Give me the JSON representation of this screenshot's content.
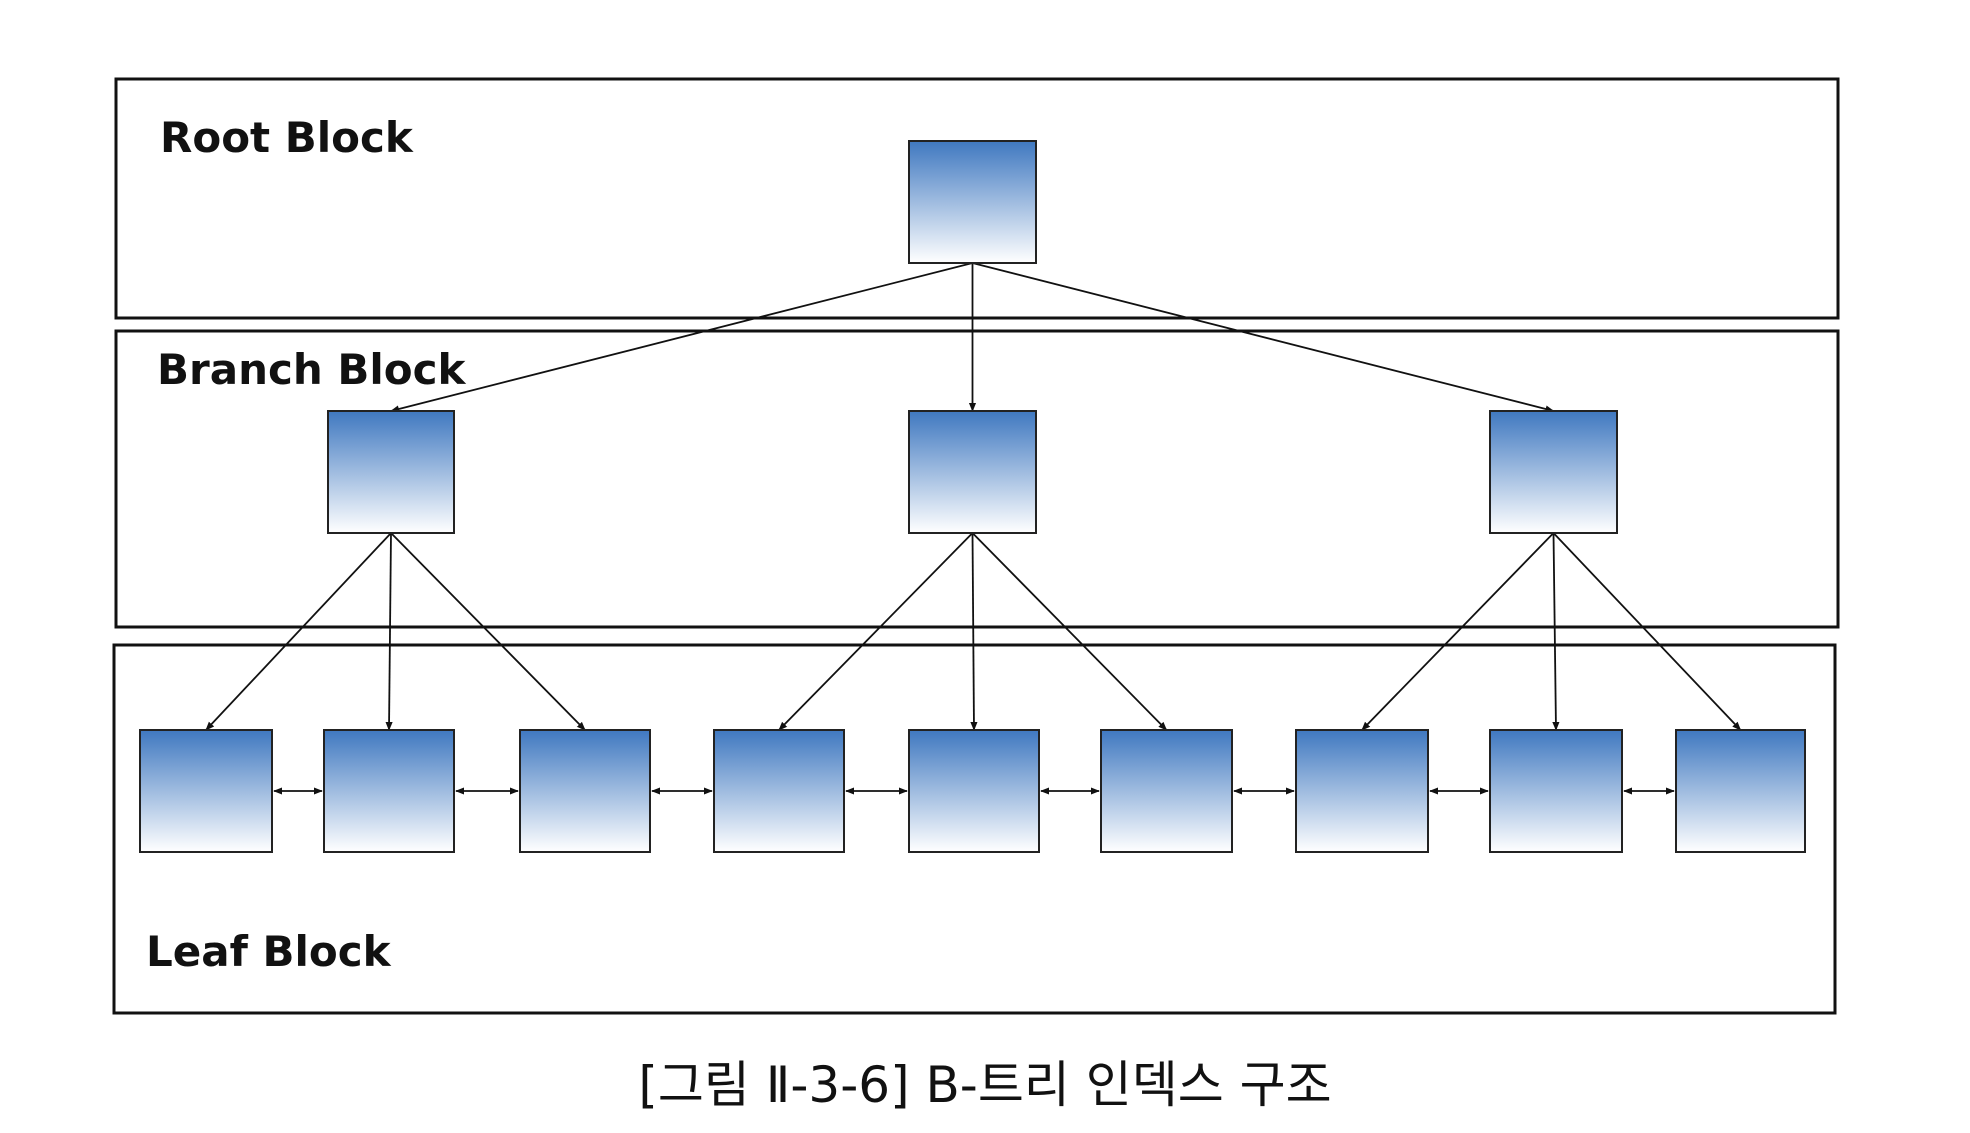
{
  "diagram": {
    "tiers": {
      "root": {
        "label": "Root Block"
      },
      "branch": {
        "label": "Branch Block"
      },
      "leaf": {
        "label": "Leaf Block"
      }
    },
    "node_colors": {
      "top": "#3f78c0",
      "bottom": "#ffffff"
    },
    "edges": [
      {
        "from": "root-node",
        "to": "branch-node-1"
      },
      {
        "from": "root-node",
        "to": "branch-node-2"
      },
      {
        "from": "root-node",
        "to": "branch-node-3"
      },
      {
        "from": "branch-node-1",
        "to": "leaf-node-1"
      },
      {
        "from": "branch-node-1",
        "to": "leaf-node-2"
      },
      {
        "from": "branch-node-1",
        "to": "leaf-node-3"
      },
      {
        "from": "branch-node-2",
        "to": "leaf-node-4"
      },
      {
        "from": "branch-node-2",
        "to": "leaf-node-5"
      },
      {
        "from": "branch-node-2",
        "to": "leaf-node-6"
      },
      {
        "from": "branch-node-3",
        "to": "leaf-node-7"
      },
      {
        "from": "branch-node-3",
        "to": "leaf-node-8"
      },
      {
        "from": "branch-node-3",
        "to": "leaf-node-9"
      }
    ],
    "sibling_links": "bidirectional",
    "caption": "[그림 Ⅱ-3-6] B-트리 인덱스 구조"
  }
}
